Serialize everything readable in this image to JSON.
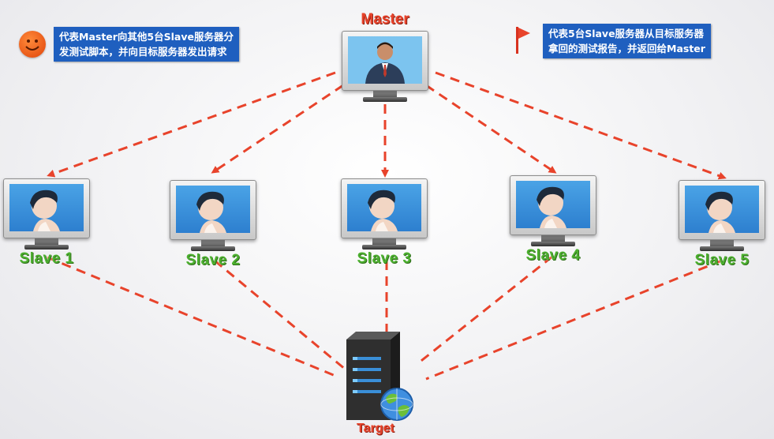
{
  "legend_left": {
    "icon": "smiley-icon",
    "line1": "代表Master向其他5台Slave服务器分",
    "line2": "发测试脚本，并向目标服务器发出请求"
  },
  "legend_right": {
    "icon": "red-flag-icon",
    "line1": "代表5台Slave服务器从目标服务器",
    "line2": "拿回的测试报告，并返回给Master"
  },
  "master": {
    "label": "Master",
    "icon": "businessman-monitor-icon"
  },
  "slaves": [
    {
      "label": "Slave 1",
      "icon": "user-monitor-icon"
    },
    {
      "label": "Slave 2",
      "icon": "user-monitor-icon"
    },
    {
      "label": "Slave 3",
      "icon": "user-monitor-icon"
    },
    {
      "label": "Slave 4",
      "icon": "user-monitor-icon"
    },
    {
      "label": "Slave 5",
      "icon": "user-monitor-icon"
    }
  ],
  "target": {
    "label": "Target",
    "icon": "server-globe-icon"
  },
  "colors": {
    "connector": "#e8432b",
    "slave_text": "#4caf2f",
    "master_text": "#e8432b",
    "legend_box": "#1f5fbf"
  }
}
